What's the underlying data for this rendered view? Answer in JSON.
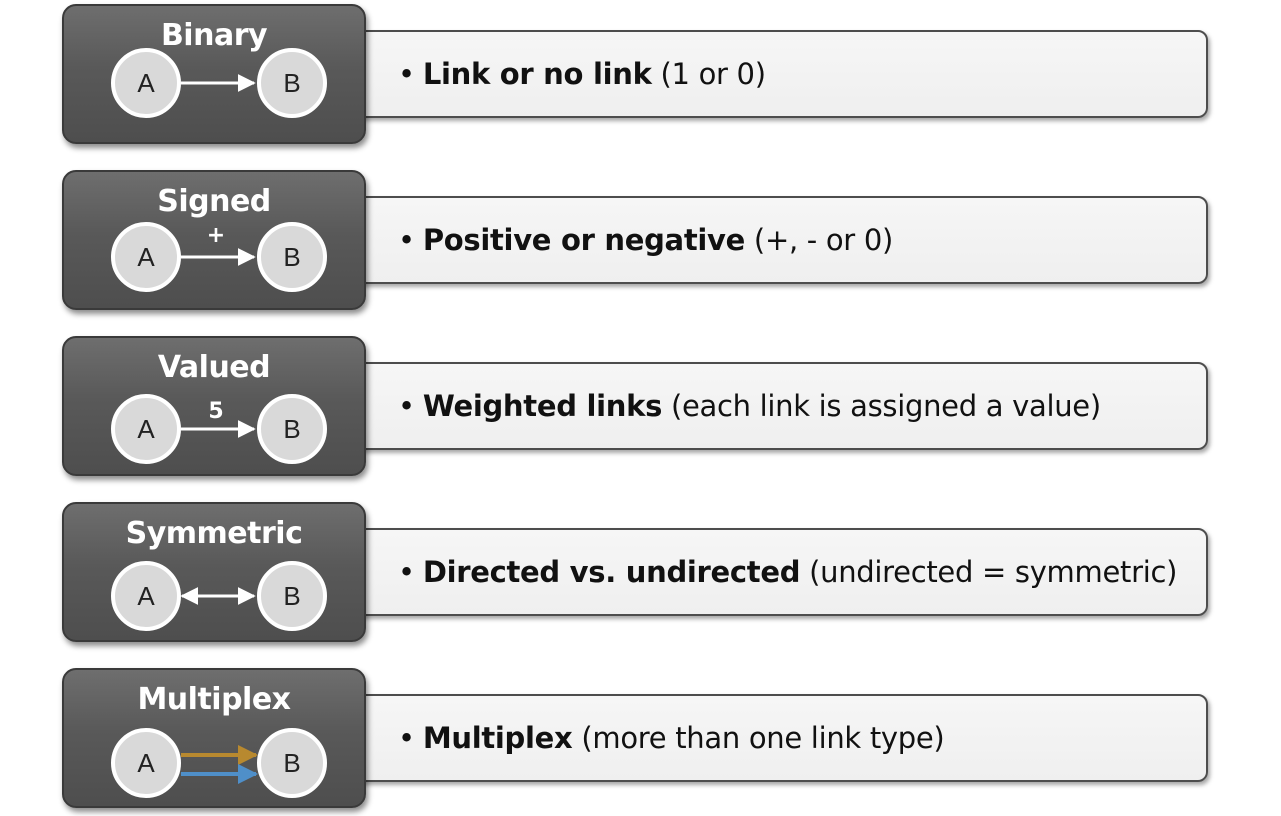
{
  "rows": [
    {
      "title": "Binary",
      "node_a": "A",
      "node_b": "B",
      "edge_label": "",
      "bullet": "•",
      "bold_text": "Link or no link",
      "normal_text": " (1 or 0)"
    },
    {
      "title": "Signed",
      "node_a": "A",
      "node_b": "B",
      "edge_label": "+",
      "bullet": "•",
      "bold_text": "Positive or negative",
      "normal_text": " (+, - or 0)"
    },
    {
      "title": "Valued",
      "node_a": "A",
      "node_b": "B",
      "edge_label": "5",
      "bullet": "•",
      "bold_text": "Weighted links",
      "normal_text": " (each link is assigned a value)"
    },
    {
      "title": "Symmetric",
      "node_a": "A",
      "node_b": "B",
      "edge_label": "",
      "bullet": "•",
      "bold_text": "Directed vs. undirected",
      "normal_text": " (undirected = symmetric)"
    },
    {
      "title": "Multiplex",
      "node_a": "A",
      "node_b": "B",
      "edge_label": "",
      "bullet": "•",
      "bold_text": "Multiplex",
      "normal_text": " (more than one link type)"
    }
  ],
  "colors": {
    "badge_background": "#5a5a5a",
    "node_fill": "#d9d9d9",
    "arrow_white": "#ffffff",
    "multiplex_link_1": "#b8892f",
    "multiplex_link_2": "#4f8fc9",
    "description_background": "#f2f2f2"
  }
}
